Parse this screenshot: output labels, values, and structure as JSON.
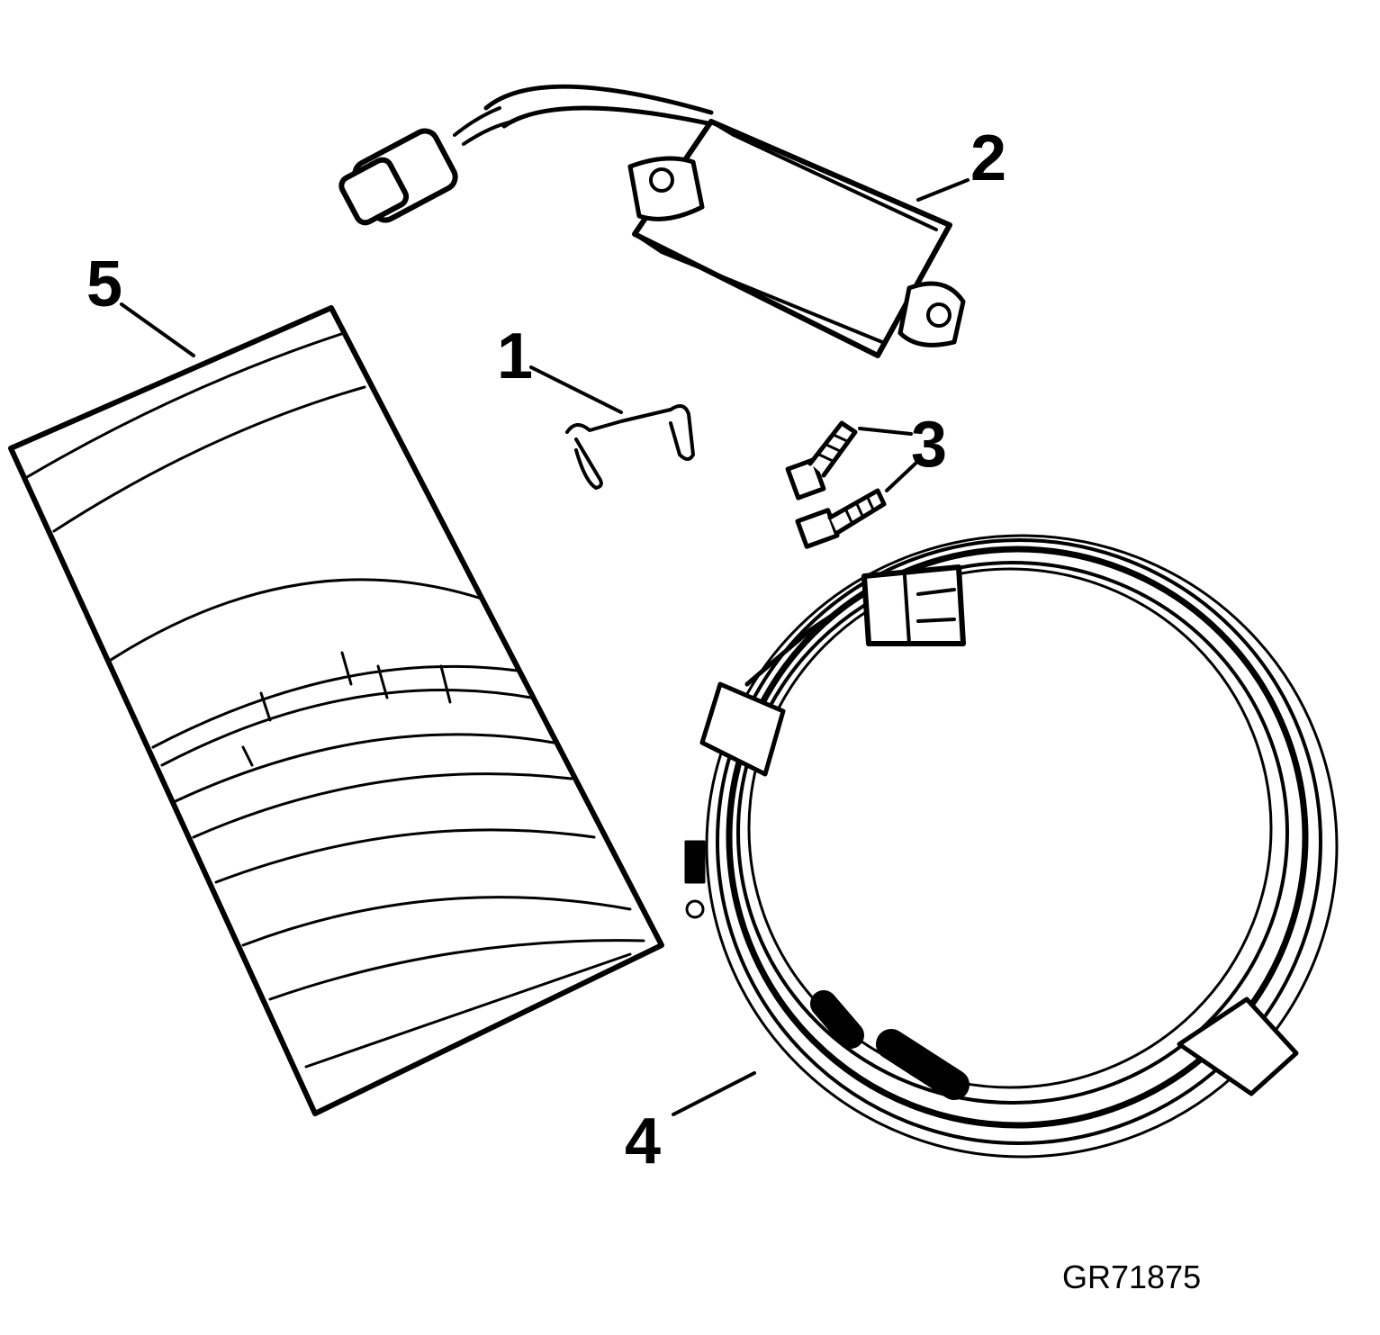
{
  "callouts": {
    "one": "1",
    "two": "2",
    "three": "3",
    "four": "4",
    "five": "5"
  },
  "figure_code": "GR71875",
  "icons": [
    "instruction-sheet-icon",
    "control-module-icon",
    "clip-icon",
    "bolt-icon",
    "wiring-harness-icon"
  ]
}
